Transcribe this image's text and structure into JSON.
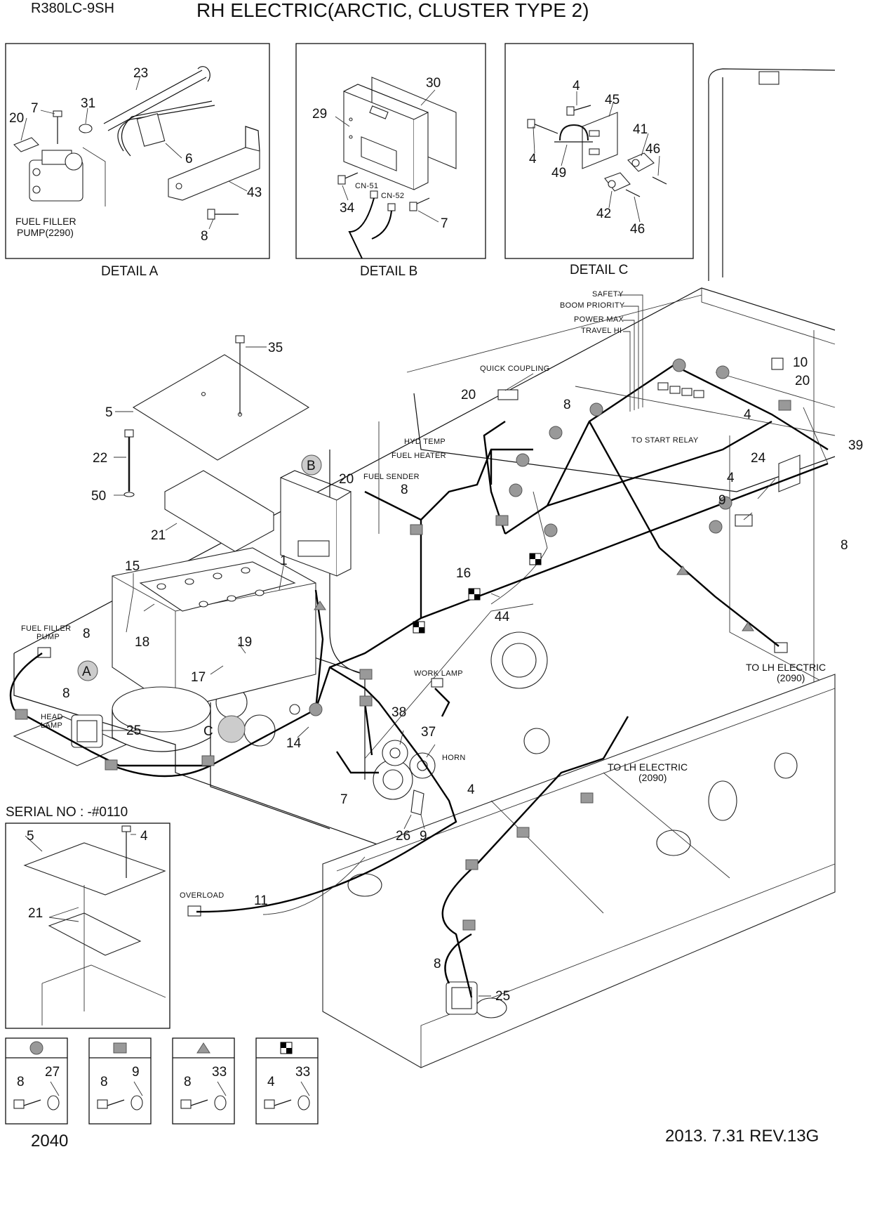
{
  "header": {
    "model": "R380LC-9SH",
    "title": "RH ELECTRIC(ARCTIC, CLUSTER TYPE 2)"
  },
  "details": {
    "a": {
      "caption": "DETAIL  A",
      "label_line1": "FUEL FILLER",
      "label_line2": "PUMP(2290)",
      "callouts": [
        "23",
        "7",
        "31",
        "20",
        "6",
        "43",
        "8"
      ]
    },
    "b": {
      "caption": "DETAIL  B",
      "connectors": [
        "CN-51",
        "CN-52"
      ],
      "callouts": [
        "30",
        "29",
        "34",
        "7"
      ]
    },
    "c": {
      "caption": "DETAIL  C",
      "callouts": [
        "4",
        "45",
        "4",
        "41",
        "46",
        "49",
        "42",
        "46"
      ]
    }
  },
  "main_labels": {
    "safety": "SAFETY",
    "boom_priority": "BOOM PRIORITY",
    "power_max": "POWER MAX",
    "travel_hi": "TRAVEL HI",
    "quick_coupling": "QUICK COUPLING",
    "hyd_temp": "HYD TEMP",
    "fuel_heater": "FUEL HEATER",
    "fuel_sender": "FUEL SENDER",
    "to_start_relay": "TO START RELAY",
    "to_lh_electric_1": "TO LH ELECTRIC",
    "to_lh_electric_1_ref": "(2090)",
    "to_lh_electric_2": "TO LH ELECTRIC",
    "to_lh_electric_2_ref": "(2090)",
    "fuel_filler_pump_1": "FUEL FILLER",
    "fuel_filler_pump_2": "PUMP",
    "head_lamp_1": "HEAD",
    "head_lamp_2": "LAMP",
    "work_lamp": "WORK LAMP",
    "horn": "HORN",
    "overload": "OVERLOAD",
    "marker_a": "A",
    "marker_b": "B",
    "marker_c": "C"
  },
  "callouts_main": [
    "35",
    "5",
    "22",
    "50",
    "21",
    "15",
    "1",
    "18",
    "19",
    "17",
    "8",
    "8",
    "25",
    "14",
    "20",
    "8",
    "20",
    "8",
    "16",
    "44",
    "10",
    "20",
    "4",
    "39",
    "24",
    "4",
    "9",
    "8",
    "38",
    "37",
    "7",
    "4",
    "26",
    "9",
    "11",
    "8",
    "25"
  ],
  "serial": {
    "text": "SERIAL NO : -#0110",
    "callouts": [
      "5",
      "4",
      "21"
    ]
  },
  "legend": [
    {
      "symbol": "circle",
      "callout_top": "27",
      "callout_left": "8"
    },
    {
      "symbol": "square",
      "callout_top": "9",
      "callout_left": "8"
    },
    {
      "symbol": "triangle",
      "callout_top": "33",
      "callout_left": "8"
    },
    {
      "symbol": "checker",
      "callout_top": "33",
      "callout_left": "4"
    }
  ],
  "footer": {
    "page": "2040",
    "revision": "2013. 7.31  REV.13G"
  }
}
